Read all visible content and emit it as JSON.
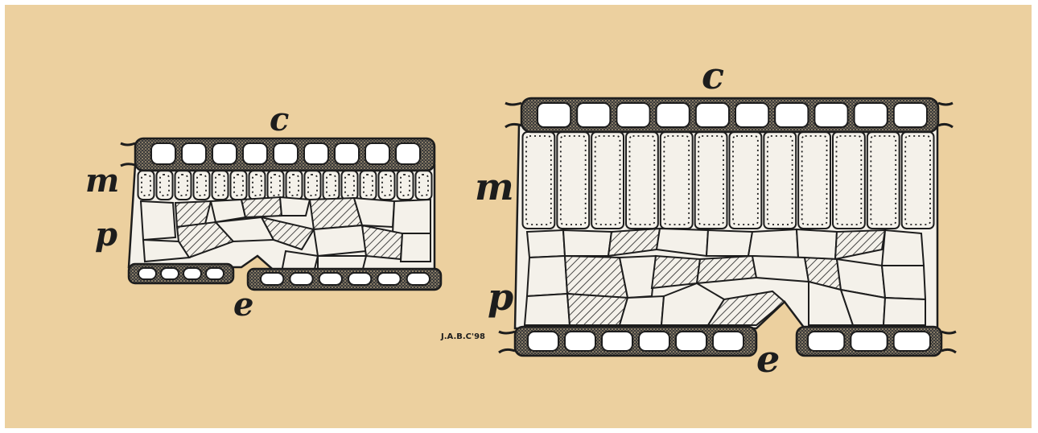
{
  "colors": {
    "background": "#ecd09f",
    "ink": "#1d1d1d",
    "cell_fill": "#f4f1ea",
    "epidermis_fill": "#ffffff"
  },
  "left_figure": {
    "labels": {
      "cuticle": "c",
      "palisade": "m",
      "spongy": "p",
      "epidermis": "e"
    }
  },
  "right_figure": {
    "labels": {
      "cuticle": "c",
      "palisade": "m",
      "spongy": "p",
      "epidermis": "e"
    },
    "signature": "J.A.B.C'98"
  }
}
